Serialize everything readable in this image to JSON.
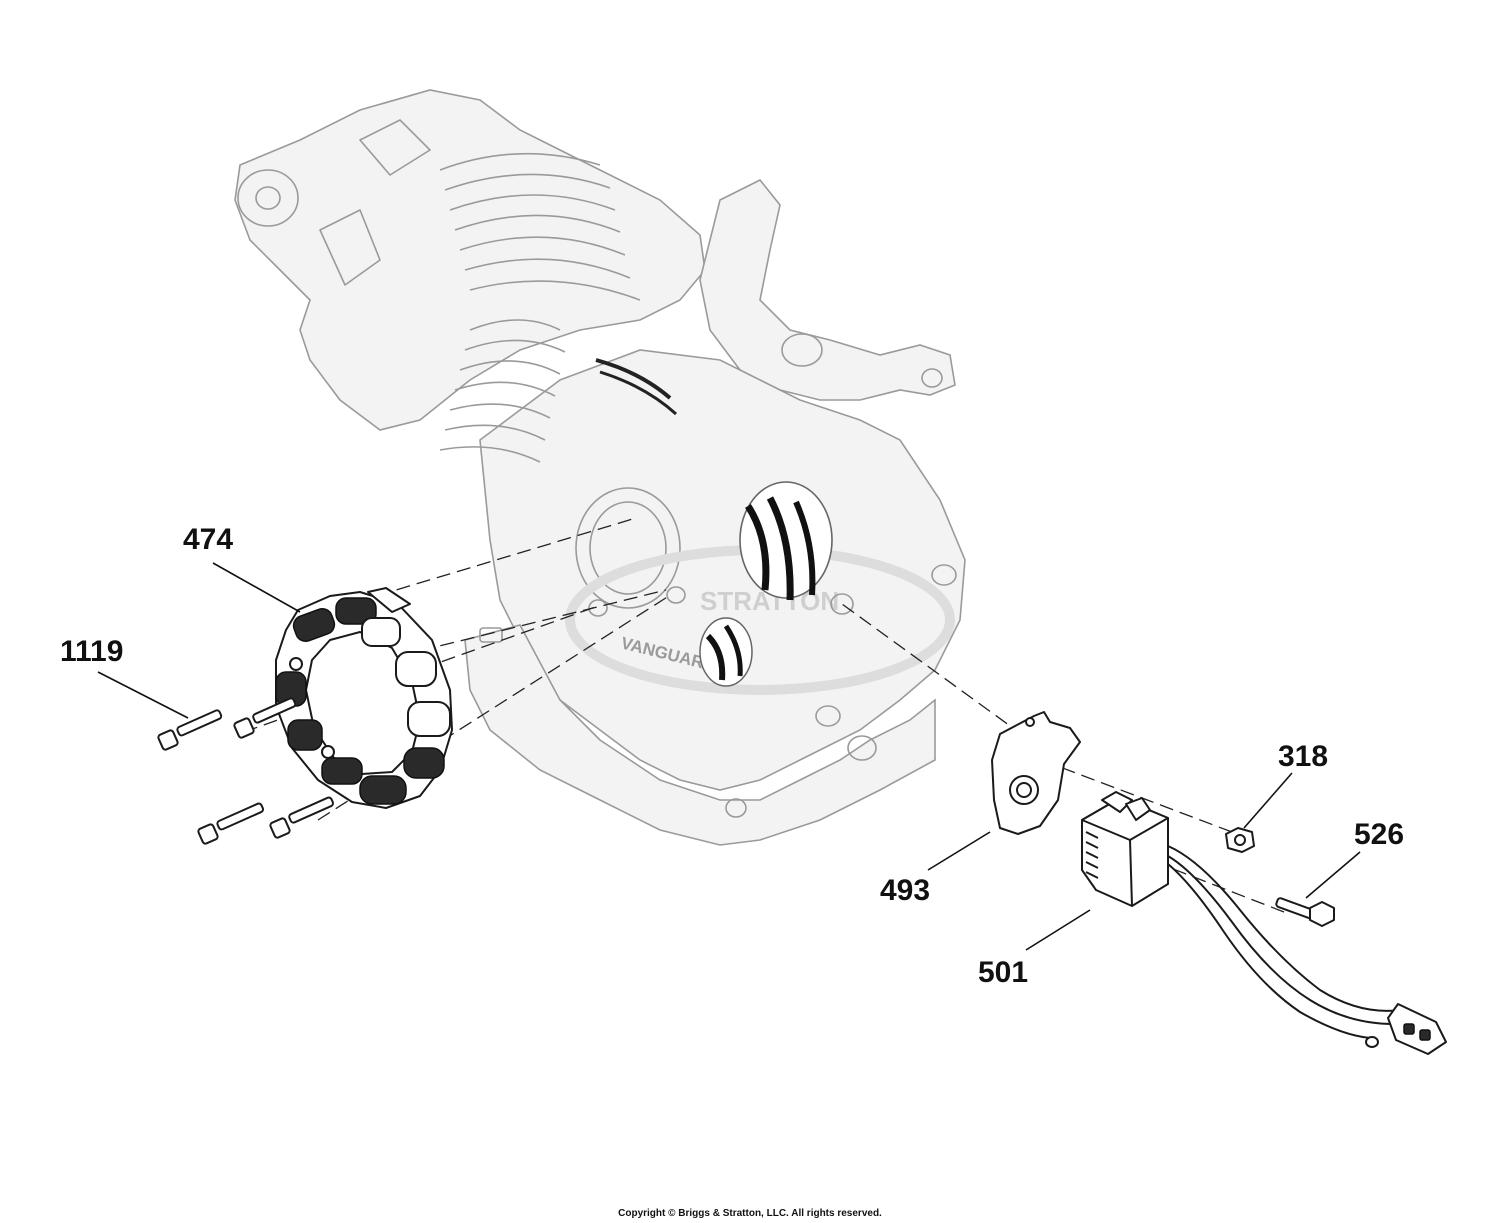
{
  "diagram": {
    "callouts": {
      "c474": "474",
      "c1119": "1119",
      "c318": "318",
      "c526": "526",
      "c493": "493",
      "c501": "501"
    },
    "engine_brand": "VANGUARD",
    "copyright": "Copyright © Briggs & Stratton, LLC. All rights reserved."
  }
}
